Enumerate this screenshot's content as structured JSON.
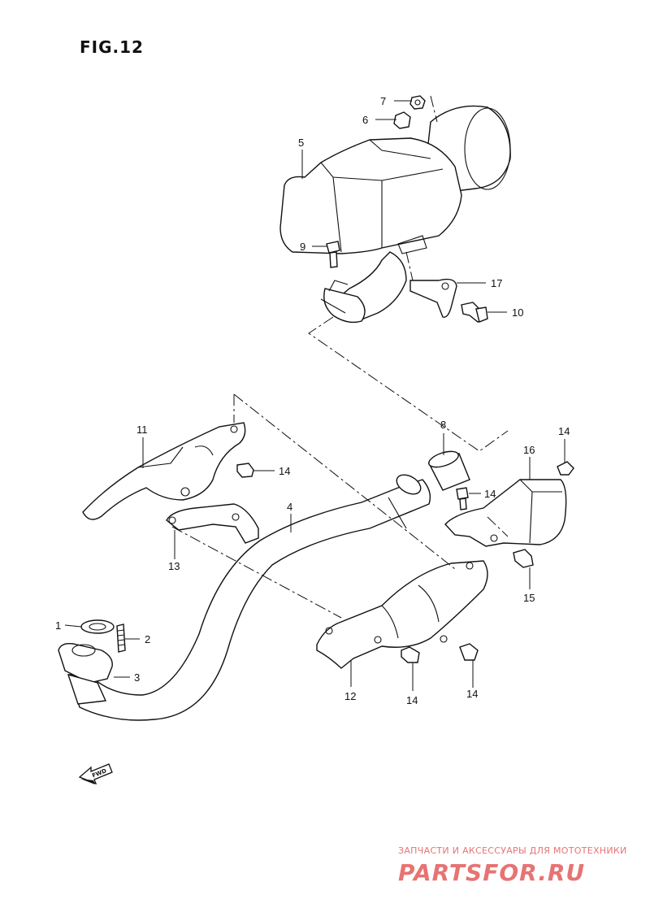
{
  "figure": {
    "title": "FIG.12"
  },
  "parts": [
    {
      "id": "1",
      "label": "1"
    },
    {
      "id": "2",
      "label": "2"
    },
    {
      "id": "3",
      "label": "3"
    },
    {
      "id": "4",
      "label": "4"
    },
    {
      "id": "5",
      "label": "5"
    },
    {
      "id": "6",
      "label": "6"
    },
    {
      "id": "7",
      "label": "7"
    },
    {
      "id": "8",
      "label": "8"
    },
    {
      "id": "9",
      "label": "9"
    },
    {
      "id": "10",
      "label": "10"
    },
    {
      "id": "11",
      "label": "11"
    },
    {
      "id": "12",
      "label": "12"
    },
    {
      "id": "13",
      "label": "13"
    },
    {
      "id": "14a",
      "label": "14"
    },
    {
      "id": "14b",
      "label": "14"
    },
    {
      "id": "14c",
      "label": "14"
    },
    {
      "id": "14d",
      "label": "14"
    },
    {
      "id": "14e",
      "label": "14"
    },
    {
      "id": "15",
      "label": "15"
    },
    {
      "id": "16",
      "label": "16"
    },
    {
      "id": "17",
      "label": "17"
    }
  ],
  "direction_marker": {
    "label": "FWD"
  },
  "watermark": {
    "subtitle": "ЗАПЧАСТИ И АКСЕССУАРЫ ДЛЯ МОТОТЕХНИКИ",
    "logo": "PARTSFOR.RU",
    "color": "#e35b5b"
  }
}
